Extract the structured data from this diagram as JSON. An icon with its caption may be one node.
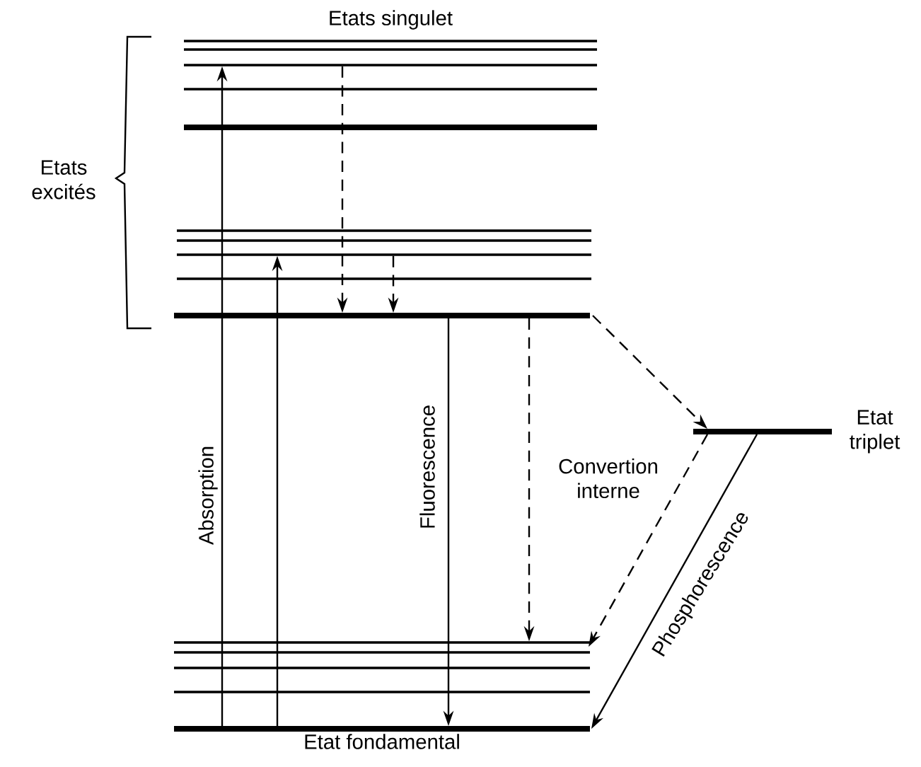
{
  "diagram": {
    "nodes": [
      {
        "text": [],
        "shape": "bar"
      },
      {
        "text": [],
        "shape": "bar"
      },
      {
        "text": [],
        "shape": "bar"
      },
      {
        "text": [],
        "shape": "bar"
      },
      {
        "text": [],
        "shape": "bar"
      },
      {
        "text": [],
        "shape": "bar"
      },
      {
        "text": [],
        "shape": "bar"
      },
      {
        "text": [],
        "shape": "bar"
      },
      {
        "text": [],
        "shape": "bar"
      },
      {
        "text": [],
        "shape": "bar"
      },
      {
        "text": [
          "Etat triplet"
        ]
      },
      {
        "text": [],
        "shape": "bar"
      },
      {
        "text": [],
        "shape": "bar"
      },
      {
        "text": [],
        "shape": "bar"
      },
      {
        "text": [],
        "shape": "bar"
      },
      {
        "text": [
          "Etat fondamental"
        ]
      }
    ],
    "edges": [
      {
        "from": 15,
        "to": 2,
        "arrow": "to",
        "label": "Absorption"
      },
      {
        "from": 15,
        "to": 7,
        "arrow": "to"
      },
      {
        "from": 2,
        "to": 9,
        "arrow": "to",
        "style": "dashed"
      },
      {
        "from": 7,
        "to": 9,
        "arrow": "to",
        "style": "dashed"
      },
      {
        "from": 9,
        "to": 15,
        "arrow": "to",
        "label": "Fluorescence"
      },
      {
        "from": 9,
        "to": 11,
        "arrow": "to",
        "style": "dashed",
        "label": "Convertion interne"
      },
      {
        "from": 9,
        "to": 10,
        "arrow": "to",
        "style": "dashed"
      },
      {
        "from": 10,
        "to": 11,
        "arrow": "to",
        "style": "dashed"
      },
      {
        "from": 10,
        "to": 15,
        "arrow": "to",
        "label": "Phosphorescence"
      }
    ],
    "labels": [
      "Etats singulet",
      "Etats excités"
    ]
  }
}
